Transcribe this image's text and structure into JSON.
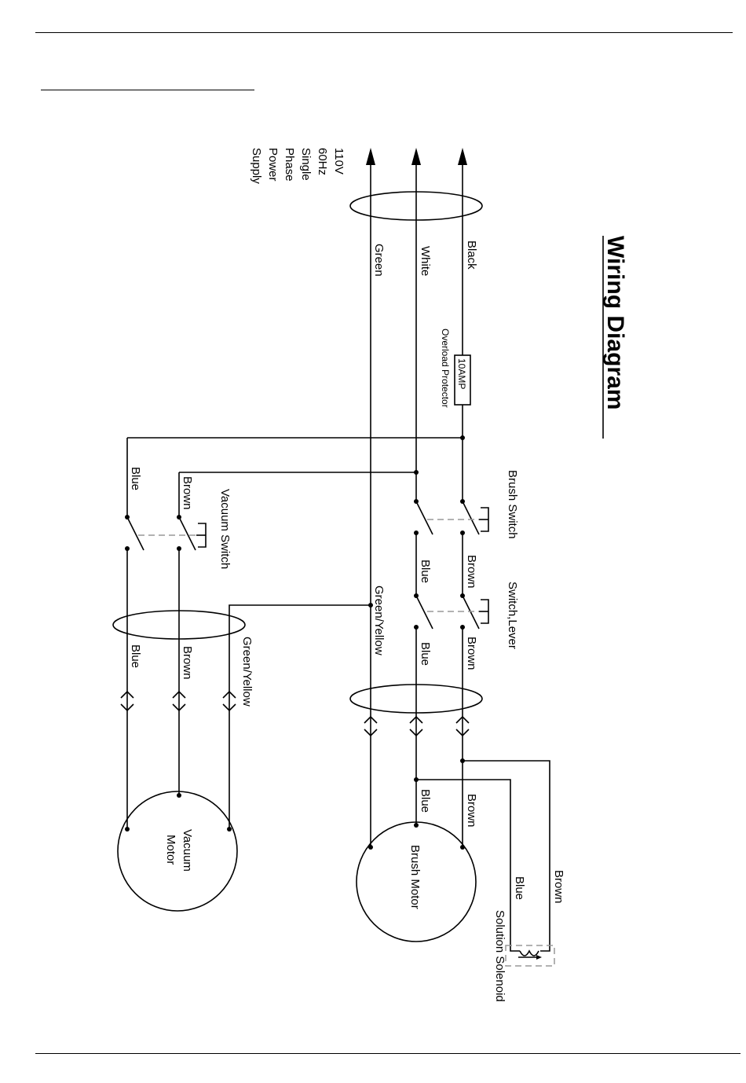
{
  "title": "Wiring Diagram",
  "supply": [
    "110V",
    "60Hz",
    "Single",
    "Phase",
    "Power",
    "Supply"
  ],
  "wires": {
    "black": "Black",
    "white": "White",
    "green": "Green",
    "green_yellow": "Green/Yellow",
    "blue": "Blue",
    "brown": "Brown"
  },
  "components": {
    "fuse_rating": "10AMP",
    "overload_protector": "Overload Protector",
    "brush_switch": "Brush Switch",
    "lever_switch": "Switch,Lever",
    "vacuum_switch": "Vacuum Switch",
    "vacuum_motor": [
      "Vacuum",
      "Motor"
    ],
    "brush_motor": "Brush Motor",
    "solution_solenoid": "Solution Solenoid"
  }
}
